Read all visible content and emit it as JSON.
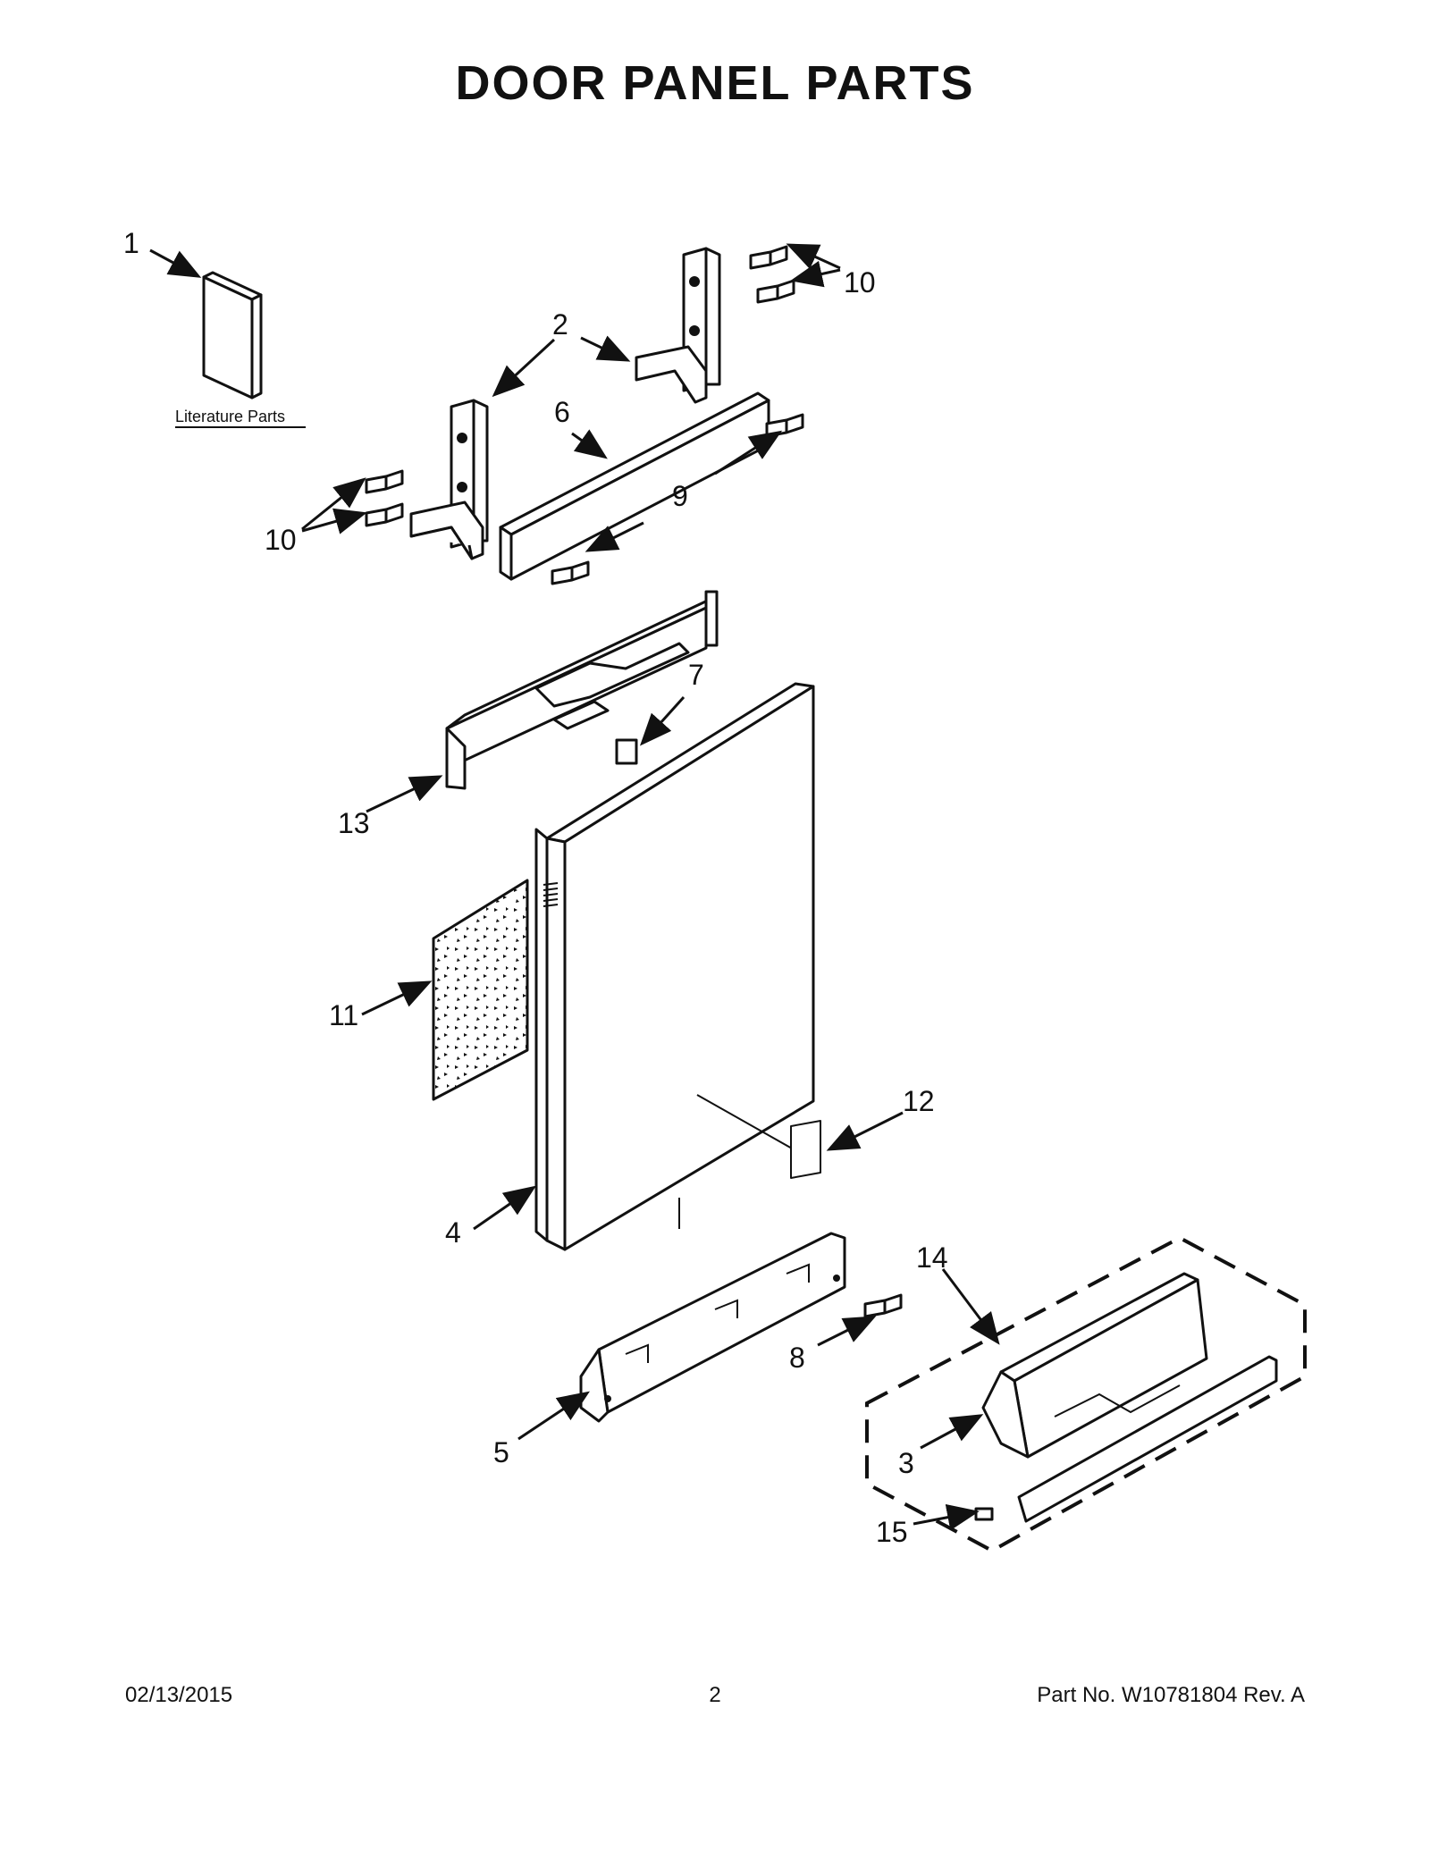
{
  "page": {
    "title": "DOOR PANEL PARTS",
    "literature_label": "Literature Parts",
    "footer": {
      "date": "02/13/2015",
      "page_number": "2",
      "part_number": "Part No.  W10781804  Rev.  A"
    }
  },
  "callouts": {
    "c1": "1",
    "c2": "2",
    "c3": "3",
    "c4": "4",
    "c5": "5",
    "c6": "6",
    "c7": "7",
    "c8": "8",
    "c9": "9",
    "c10a": "10",
    "c10b": "10",
    "c11": "11",
    "c12": "12",
    "c13": "13",
    "c14": "14",
    "c15": "15"
  }
}
